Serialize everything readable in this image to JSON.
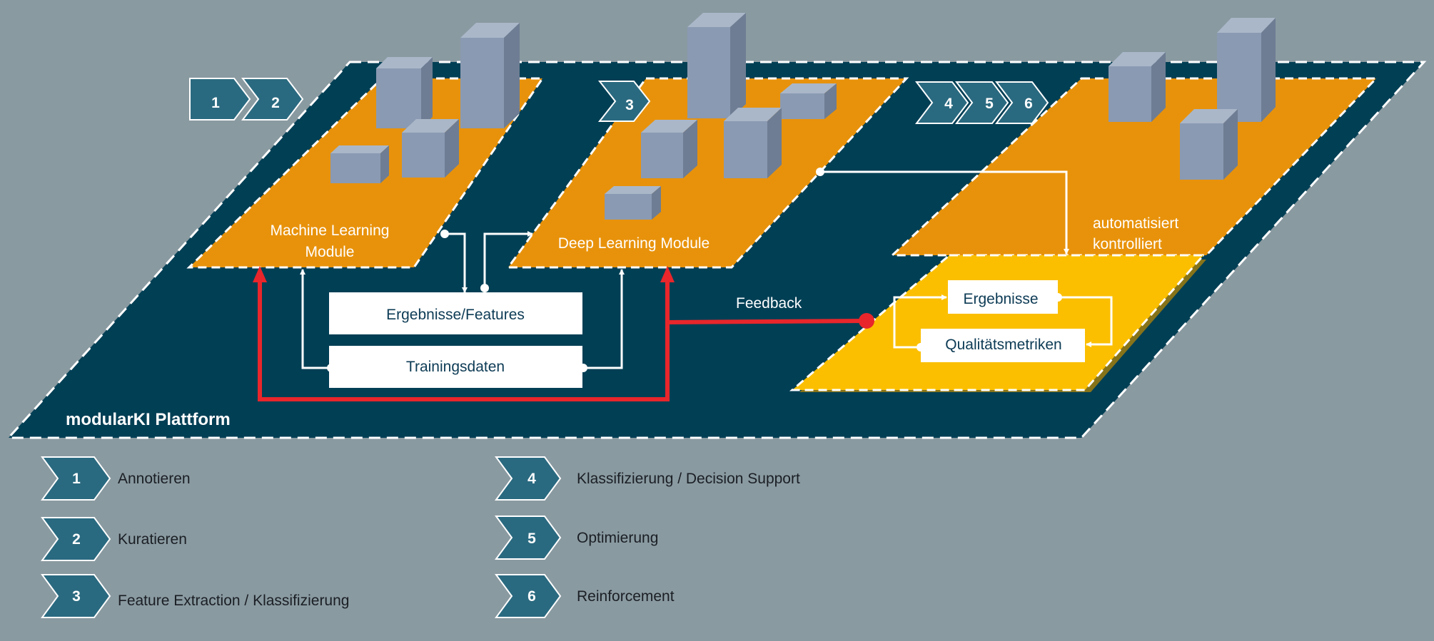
{
  "colors": {
    "background": "#8a9aa1",
    "platform": "#013f55",
    "module": "#e8920b",
    "quality_zone": "#fbbf00",
    "cube": "#8a9ab2",
    "chevron": "#2a6a80",
    "feedback": "#e8262b",
    "box_text": "#0d3b55"
  },
  "platform": {
    "label": "modularKI Plattform"
  },
  "modules": {
    "ml_line1": "Machine Learning",
    "ml_line2": "Module",
    "dl": "Deep Learning Module",
    "auto_line1": "automatisiert",
    "auto_line2": "kontrolliert"
  },
  "boxes": {
    "ergebnisse_features": "Ergebnisse/Features",
    "trainingsdaten": "Trainingsdaten",
    "ergebnisse": "Ergebnisse",
    "qualitaetsmetriken": "Qualitätsmetriken"
  },
  "feedback_label": "Feedback",
  "step_markers": {
    "s1": "1",
    "s2": "2",
    "s3": "3",
    "s4": "4",
    "s5": "5",
    "s6": "6"
  },
  "legend": [
    {
      "num": "1",
      "label": "Annotieren"
    },
    {
      "num": "2",
      "label": "Kuratieren"
    },
    {
      "num": "3",
      "label": "Feature Extraction / Klassifizierung"
    },
    {
      "num": "4",
      "label": "Klassifizierung / Decision Support"
    },
    {
      "num": "5",
      "label": "Optimierung"
    },
    {
      "num": "6",
      "label": "Reinforcement"
    }
  ]
}
